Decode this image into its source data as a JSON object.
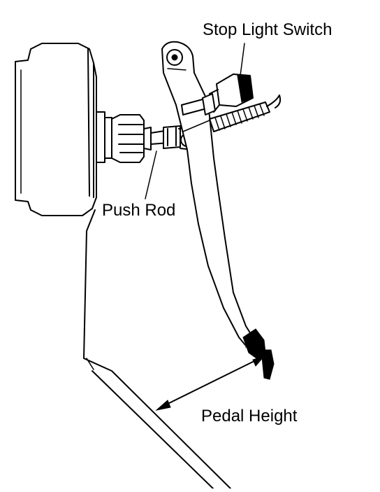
{
  "diagram": {
    "labels": {
      "stop_light_switch": "Stop Light Switch",
      "push_rod": "Push Rod",
      "pedal_height": "Pedal Height"
    }
  }
}
